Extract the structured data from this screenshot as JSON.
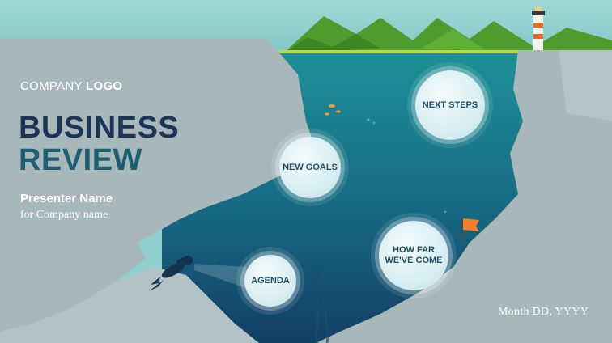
{
  "slide": {
    "logo": {
      "prefix": "COMPANY",
      "bold": "LOGO"
    },
    "title_line1": "BUSINESS",
    "title_line2": "REVIEW",
    "presenter": "Presenter Name",
    "company": "for Company name",
    "date": "Month DD, YYYY"
  },
  "bubbles": {
    "next_steps": "NEXT STEPS",
    "new_goals": "NEW GOALS",
    "how_far_line1": "HOW FAR",
    "how_far_line2": "WE'VE COME",
    "agenda": "AGENDA"
  },
  "colors": {
    "sky": "#8fd0cf",
    "water_top": "#1f8f96",
    "water_bottom": "#123f66",
    "rock": "#a9b9bb",
    "title_dark": "#1b3556",
    "title_teal": "#1f5f73",
    "hills": "#4f9b2e",
    "flag": "#f07e2a"
  }
}
